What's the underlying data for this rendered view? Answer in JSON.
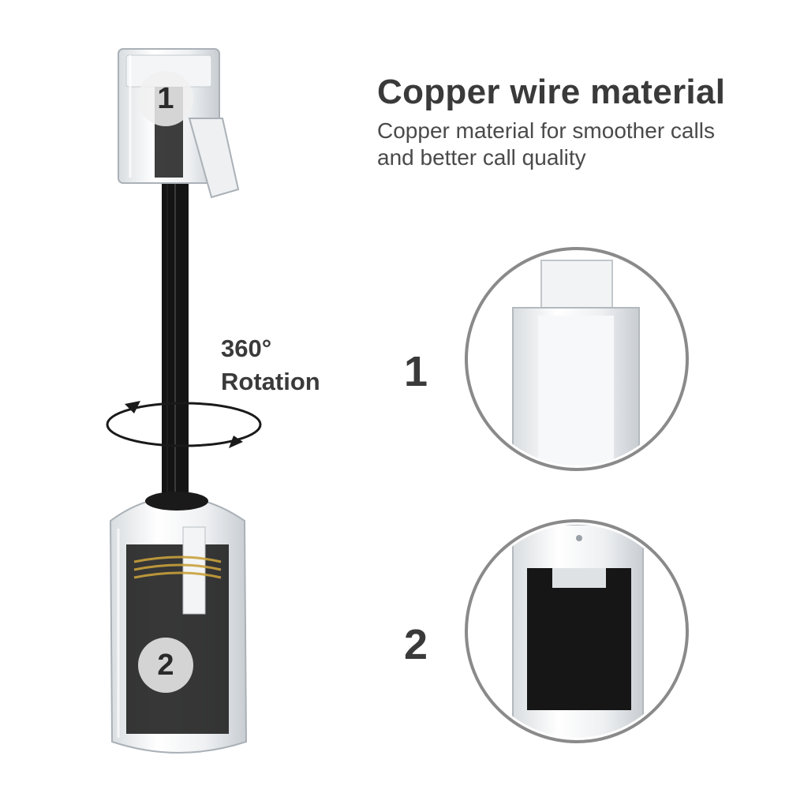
{
  "heading": {
    "title": "Copper wire material",
    "line1": "Copper material for smoother calls",
    "line2": "and better call quality"
  },
  "rotation": {
    "line1": "360°",
    "line2": "Rotation"
  },
  "badges": {
    "top": "1",
    "bottom": "2"
  },
  "callouts": {
    "first": "1",
    "second": "2"
  },
  "colors": {
    "text_dark": "#3a3a3a",
    "cable": "#141414",
    "gold_pin": "#c9a13b",
    "circle_border": "#8a8a8a"
  }
}
